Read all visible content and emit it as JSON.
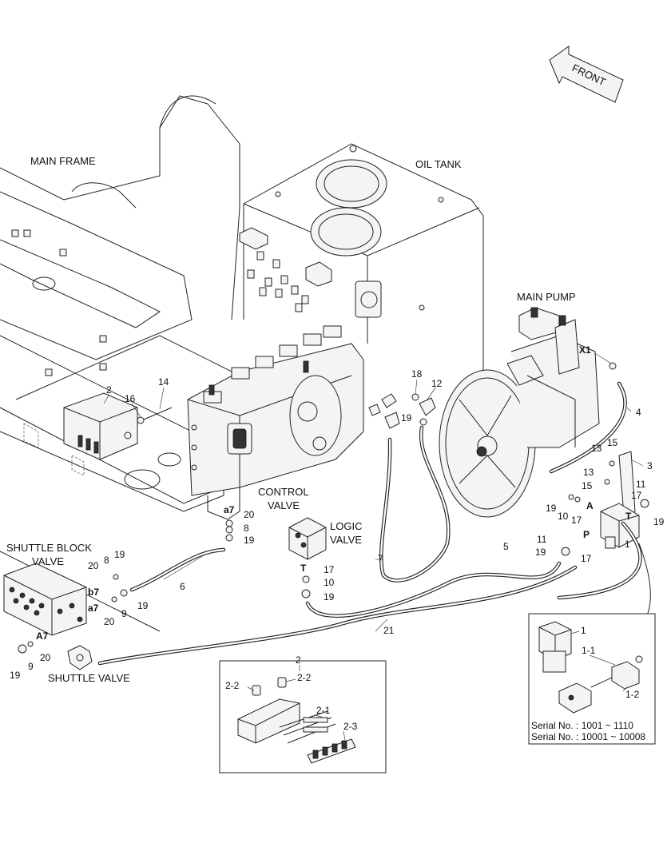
{
  "labels": {
    "front": "FRONT",
    "main_frame": "MAIN FRAME",
    "oil_tank": "OIL TANK",
    "main_pump": "MAIN PUMP",
    "control_valve_1": "CONTROL",
    "control_valve_2": "VALVE",
    "logic_valve_1": "LOGIC",
    "logic_valve_2": "VALVE",
    "shuttle_block_1": "SHUTTLE BLOCK",
    "shuttle_block_2": "VALVE",
    "shuttle_valve": "SHUTTLE VALVE"
  },
  "ports": {
    "x1": "X1",
    "a": "A",
    "p": "P",
    "t": "T",
    "a7_upper": "a7",
    "b7": "b7",
    "a7_lower": "a7",
    "A7": "A7"
  },
  "callouts": {
    "c2_main": "2",
    "c14": "14",
    "c16": "16",
    "c18": "18",
    "c12": "12",
    "c19_top": "19",
    "c4": "4",
    "c13a": "13",
    "c15a": "15",
    "c3": "3",
    "c13b": "13",
    "c15b": "15",
    "c11a": "11",
    "c17a": "17",
    "c19_r": "19",
    "c19_a": "19",
    "c10_a": "10",
    "c17_b": "17",
    "c1": "1",
    "c11b": "11",
    "c19_p": "19",
    "c17_p": "17",
    "c5": "5",
    "c20_cv": "20",
    "c8_cv": "8",
    "c19_cv": "19",
    "c17_lv": "17",
    "c10_lv": "10",
    "c19_lv": "19",
    "c7": "7",
    "c21": "21",
    "c6": "6",
    "c8_sb": "8",
    "c19_sb": "19",
    "c20_sb": "20",
    "c9_sb": "9",
    "c20_sb2": "20",
    "c19_sb2": "19",
    "c9_sv": "9",
    "c20_sv": "20",
    "c19_sv": "19"
  },
  "detail_2": {
    "title": "2",
    "c2_2a": "2-2",
    "c2_2b": "2-2",
    "c2_1": "2-1",
    "c2_3": "2-3"
  },
  "detail_1": {
    "c1": "1",
    "c1_1": "1-1",
    "c1_2": "1-2",
    "serial_1": "Serial No. : 1001 ~ 1110",
    "serial_2": "Serial No. : 10001 ~ 10008"
  }
}
